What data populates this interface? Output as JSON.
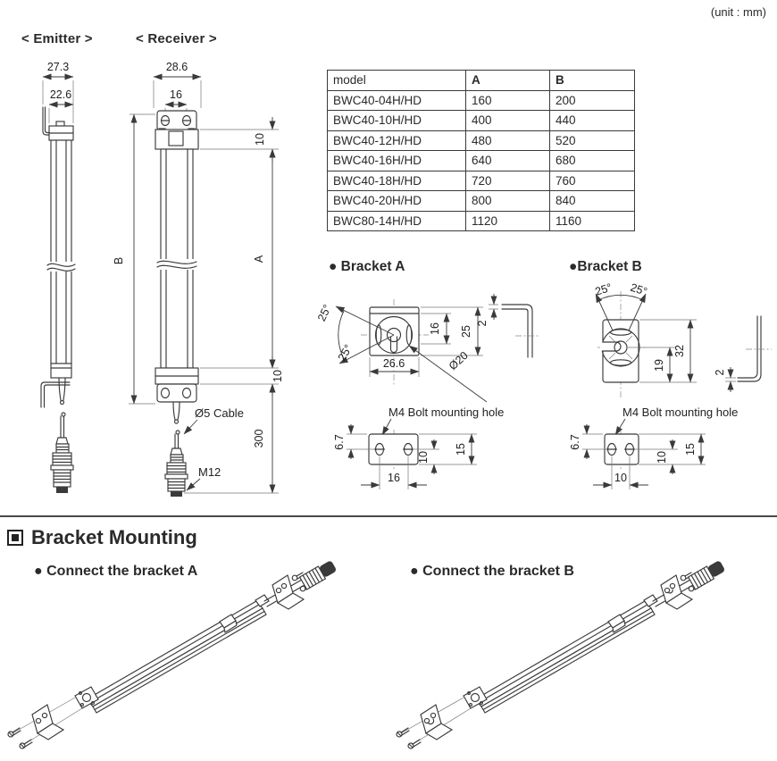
{
  "unit_label": "(unit : mm)",
  "emitter": {
    "title": "< Emitter >",
    "dim_overall_width": "27.3",
    "dim_body_width": "22.6"
  },
  "receiver": {
    "title": "< Receiver >",
    "dim_overall_width": "28.6",
    "dim_hole_spacing": "16",
    "dim_top_offset": "10",
    "dim_bottom_offset": "10",
    "dim_sensing_length": "A",
    "dim_mounting_length": "B",
    "dim_cable_length": "300",
    "cable_label": "Ø5 Cable",
    "connector_label": "M12"
  },
  "model_table": {
    "headers": [
      "model",
      "A",
      "B"
    ],
    "rows": [
      [
        "BWC40-04H/HD",
        "160",
        "200"
      ],
      [
        "BWC40-10H/HD",
        "400",
        "440"
      ],
      [
        "BWC40-12H/HD",
        "480",
        "520"
      ],
      [
        "BWC40-16H/HD",
        "640",
        "680"
      ],
      [
        "BWC40-18H/HD",
        "720",
        "760"
      ],
      [
        "BWC40-20H/HD",
        "800",
        "840"
      ],
      [
        "BWC80-14H/HD",
        "1120",
        "1160"
      ]
    ]
  },
  "bracket_a": {
    "title": "● Bracket A",
    "front": {
      "angle_upper": "25°",
      "angle_lower": "25°",
      "dim_hole_offset": "16",
      "dim_height": "25",
      "dim_width": "26.6",
      "hole_dia": "Ø20"
    },
    "side": {
      "thickness": "2"
    },
    "bottom": {
      "label": "M4 Bolt mounting hole",
      "dim_edge": "6.7",
      "dim_inner": "10",
      "dim_depth": "15",
      "dim_pitch": "16"
    }
  },
  "bracket_b": {
    "title": "●Bracket B",
    "front": {
      "angle_left": "25°",
      "angle_right": "25°",
      "dim_center": "19",
      "dim_height": "32"
    },
    "side": {
      "thickness": "2"
    },
    "bottom": {
      "label": "M4 Bolt mounting hole",
      "dim_edge": "6.7",
      "dim_inner": "10",
      "dim_depth": "15",
      "dim_pitch": "10"
    }
  },
  "bracket_mounting": {
    "title": "Bracket Mounting",
    "connect_a": "● Connect the bracket A",
    "connect_b": "● Connect the bracket B"
  }
}
